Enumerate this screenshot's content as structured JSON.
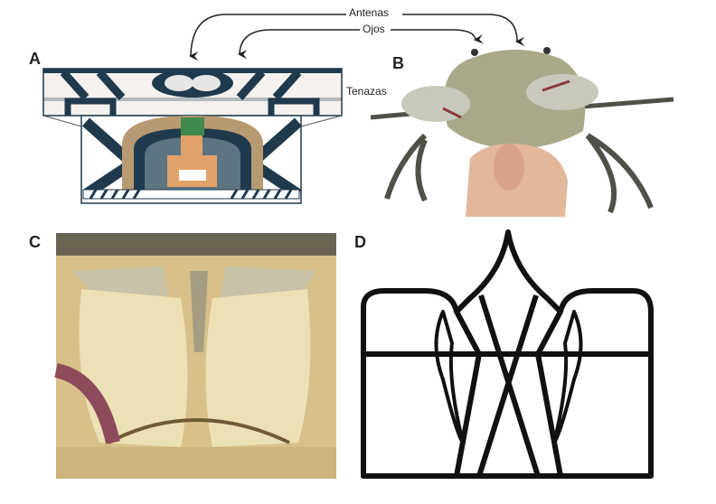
{
  "panels": {
    "a": "A",
    "b": "B",
    "c": "C",
    "d": "D"
  },
  "annotations": {
    "antennae": "Antenas",
    "eyes": "Ojos",
    "claws": "Tenazas"
  },
  "colors": {
    "dark_blue": "#1f3a4c",
    "tan": "#b89a72",
    "skin": "#e2a26a",
    "crab": "#a9a98a",
    "photo_c": "#d9c08a"
  }
}
